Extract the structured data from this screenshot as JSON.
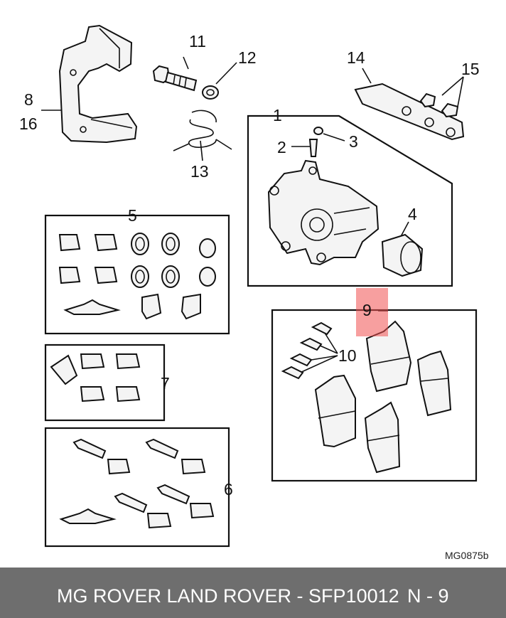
{
  "labels": {
    "l1": "1",
    "l2": "2",
    "l3": "3",
    "l4": "4",
    "l5": "5",
    "l6": "6",
    "l7": "7",
    "l8": "8",
    "l9": "9",
    "l10": "10",
    "l11": "11",
    "l12": "12",
    "l13": "13",
    "l14": "14",
    "l15": "15",
    "l16": "16"
  },
  "drawing_code": "MG0875b",
  "footer": {
    "brand_part": "MG ROVER LAND ROVER - SFP10012",
    "position": "N - 9"
  },
  "colors": {
    "highlight": "#f05050",
    "footer_bg": "#6e6e6e",
    "footer_text": "#ffffff"
  }
}
